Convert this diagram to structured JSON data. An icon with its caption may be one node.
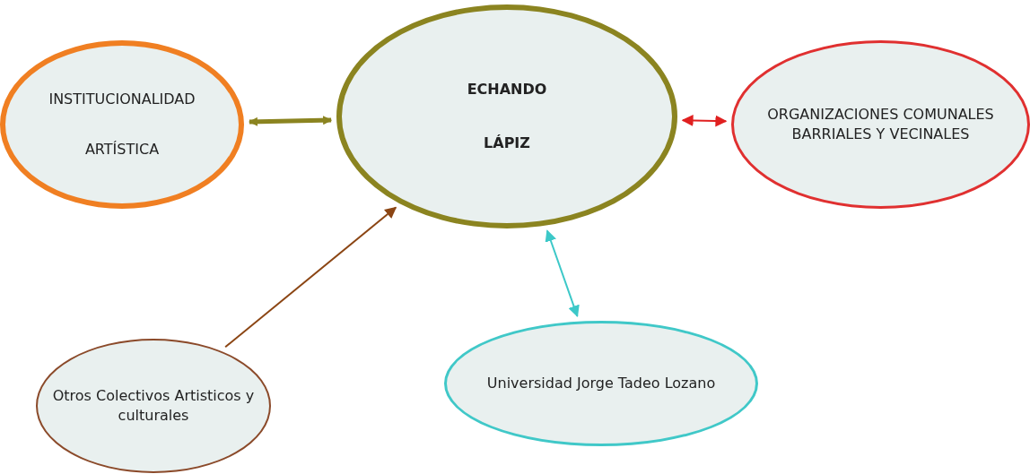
{
  "diagram": {
    "nodes": [
      {
        "text": [
          "ECHANDO",
          "LÁPIZ"
        ]
      },
      {
        "text": [
          "INSTITUCIONALIDAD",
          "ARTÍSTICA"
        ]
      },
      {
        "text": [
          "ORGANIZACIONES COMUNALES BARRIALES Y VECINALES"
        ]
      },
      {
        "text": [
          "Otros Colectivos Artisticos y culturales"
        ]
      },
      {
        "text": [
          "Universidad Jorge Tadeo Lozano"
        ]
      }
    ],
    "edges": [
      {
        "from": 1,
        "to": 0,
        "arrow": "both",
        "style": "thick",
        "color": "#8b8420"
      },
      {
        "from": 0,
        "to": 2,
        "arrow": "both",
        "color": "#e02020"
      },
      {
        "from": 3,
        "to": 0,
        "arrow": "to",
        "color": "#8b4513"
      },
      {
        "from": 0,
        "to": 4,
        "arrow": "both",
        "color": "#3cc8c8"
      }
    ]
  }
}
